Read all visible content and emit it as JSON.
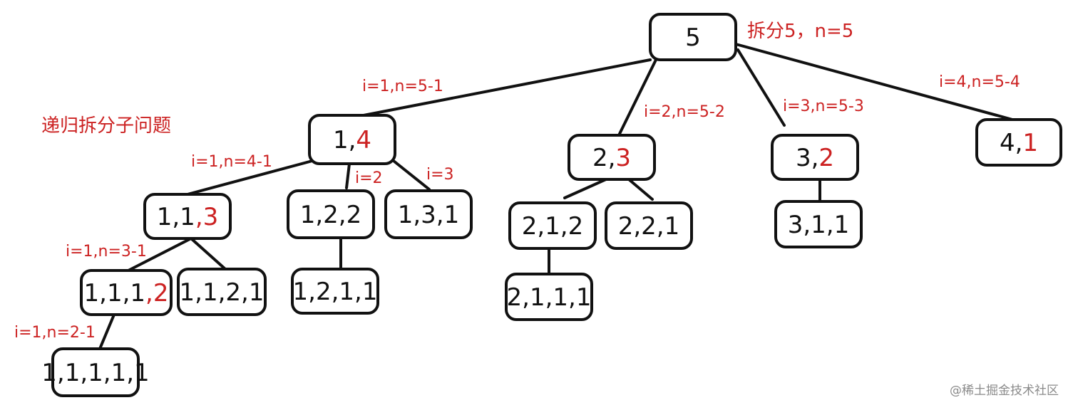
{
  "diagram": {
    "nodes": [
      {
        "id": "n5",
        "parts": [
          {
            "t": "5",
            "red": false
          }
        ]
      },
      {
        "id": "n1_4",
        "parts": [
          {
            "t": "1,",
            "red": false
          },
          {
            "t": "4",
            "red": true
          }
        ]
      },
      {
        "id": "n2_3",
        "parts": [
          {
            "t": "2,",
            "red": false
          },
          {
            "t": "3",
            "red": true
          }
        ]
      },
      {
        "id": "n3_2",
        "parts": [
          {
            "t": "3,",
            "red": false
          },
          {
            "t": "2",
            "red": true
          }
        ]
      },
      {
        "id": "n4_1",
        "parts": [
          {
            "t": "4,",
            "red": false
          },
          {
            "t": "1",
            "red": true
          }
        ]
      },
      {
        "id": "n1_1_3",
        "parts": [
          {
            "t": "1,1",
            "red": false
          },
          {
            "t": ",3",
            "red": true
          }
        ]
      },
      {
        "id": "n1_2_2",
        "parts": [
          {
            "t": "1,2,2",
            "red": false
          }
        ]
      },
      {
        "id": "n1_3_1",
        "parts": [
          {
            "t": "1,3,1",
            "red": false
          }
        ]
      },
      {
        "id": "n2_1_2",
        "parts": [
          {
            "t": "2,1,2",
            "red": false
          }
        ]
      },
      {
        "id": "n2_2_1",
        "parts": [
          {
            "t": "2,2,1",
            "red": false
          }
        ]
      },
      {
        "id": "n3_1_1",
        "parts": [
          {
            "t": "3,1,1",
            "red": false
          }
        ]
      },
      {
        "id": "n1_1_1_2",
        "parts": [
          {
            "t": "1,1,1",
            "red": false
          },
          {
            "t": ",2",
            "red": true
          }
        ]
      },
      {
        "id": "n1_1_2_1",
        "parts": [
          {
            "t": "1,1,2,1",
            "red": false
          }
        ]
      },
      {
        "id": "n1_2_1_1",
        "parts": [
          {
            "t": "1,2,1,1",
            "red": false
          }
        ]
      },
      {
        "id": "n2_1_1_1",
        "parts": [
          {
            "t": "2,1,1,1",
            "red": false
          }
        ]
      },
      {
        "id": "n1x5",
        "parts": [
          {
            "t": "1,1,1,1,1",
            "red": false
          }
        ]
      }
    ],
    "edges": [
      {
        "from": "n5",
        "to": "n1_4",
        "label": "i=1,n=5-1"
      },
      {
        "from": "n5",
        "to": "n2_3",
        "label": "i=2,n=5-2"
      },
      {
        "from": "n5",
        "to": "n3_2",
        "label": "i=3,n=5-3"
      },
      {
        "from": "n5",
        "to": "n4_1",
        "label": "i=4,n=5-4"
      },
      {
        "from": "n1_4",
        "to": "n1_1_3",
        "label": "i=1,n=4-1"
      },
      {
        "from": "n1_4",
        "to": "n1_2_2",
        "label": "i=2"
      },
      {
        "from": "n1_4",
        "to": "n1_3_1",
        "label": "i=3"
      },
      {
        "from": "n2_3",
        "to": "n2_1_2",
        "label": ""
      },
      {
        "from": "n2_3",
        "to": "n2_2_1",
        "label": ""
      },
      {
        "from": "n3_2",
        "to": "n3_1_1",
        "label": ""
      },
      {
        "from": "n1_1_3",
        "to": "n1_1_1_2",
        "label": "i=1,n=3-1"
      },
      {
        "from": "n1_1_3",
        "to": "n1_1_2_1",
        "label": ""
      },
      {
        "from": "n1_2_2",
        "to": "n1_2_1_1",
        "label": ""
      },
      {
        "from": "n2_1_2",
        "to": "n2_1_1_1",
        "label": ""
      },
      {
        "from": "n1_1_1_2",
        "to": "n1x5",
        "label": "i=1,n=2-1"
      }
    ],
    "root_annotation": "拆分5，n=5",
    "side_annotation": "递归拆分子问题"
  },
  "watermark": "@稀土掘金技术社区",
  "colors": {
    "ink": "#111111",
    "accent": "#cc2222",
    "watermark": "#8a8a8a"
  }
}
